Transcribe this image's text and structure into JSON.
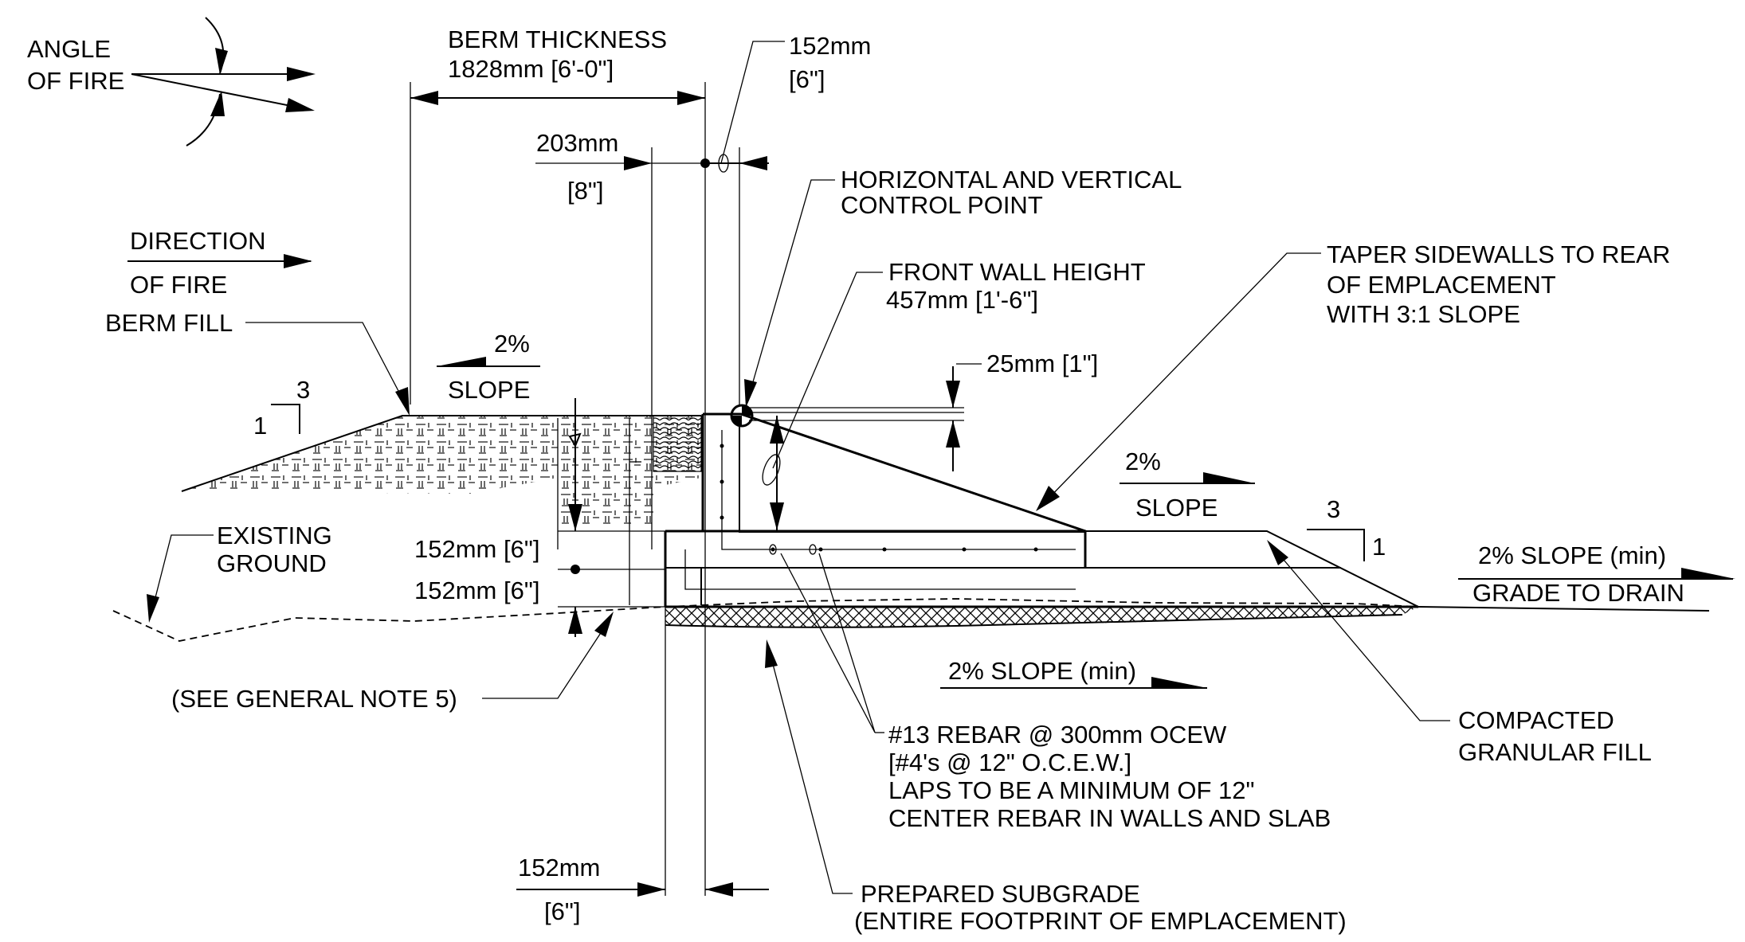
{
  "labels": {
    "angle_of_fire_1": "ANGLE",
    "angle_of_fire_2": "OF FIRE",
    "berm_thickness_1": "BERM THICKNESS",
    "berm_thickness_2": "1828mm [6'-0\"]",
    "dim_152_top_1": "152mm",
    "dim_152_top_2": "[6\"]",
    "dim_203_1": "203mm",
    "dim_203_2": "[8\"]",
    "control_point_1": "HORIZONTAL AND VERTICAL",
    "control_point_2": "CONTROL POINT",
    "direction_of_fire_1": "DIRECTION",
    "direction_of_fire_2": "OF FIRE",
    "berm_fill": "BERM FILL",
    "front_wall_1": "FRONT WALL HEIGHT",
    "front_wall_2": "457mm [1'-6\"]",
    "taper_1": "TAPER SIDEWALLS TO REAR",
    "taper_2": "OF EMPLACEMENT",
    "taper_3": "WITH 3:1 SLOPE",
    "slope_pct_berm": "2%",
    "slope_word_berm": "SLOPE",
    "dim_25": "25mm [1\"]",
    "slope_pct_slab": "2%",
    "slope_word_slab": "SLOPE",
    "ratio_left_3": "3",
    "ratio_left_1": "1",
    "ratio_right_3": "3",
    "ratio_right_1": "1",
    "existing_ground_1": "EXISTING",
    "existing_ground_2": "GROUND",
    "dim_152_a": "152mm [6\"]",
    "dim_152_b": "152mm [6\"]",
    "slope_min_right": "2% SLOPE (min)",
    "grade_to_drain": "GRADE TO DRAIN",
    "general_note": "(SEE GENERAL NOTE 5)",
    "slope_min_bottom": "2% SLOPE (min)",
    "rebar_1": "#13 REBAR @ 300mm OCEW",
    "rebar_2": "[#4's @ 12\" O.C.E.W.]",
    "rebar_3": "LAPS TO BE A MINIMUM OF 12\"",
    "rebar_4": "CENTER REBAR IN WALLS AND SLAB",
    "compacted_1": "COMPACTED",
    "compacted_2": "GRANULAR FILL",
    "dim_152_bottom_1": "152mm",
    "dim_152_bottom_2": "[6\"]",
    "subgrade_1": "PREPARED SUBGRADE",
    "subgrade_2": "(ENTIRE FOOTPRINT OF EMPLACEMENT)"
  }
}
